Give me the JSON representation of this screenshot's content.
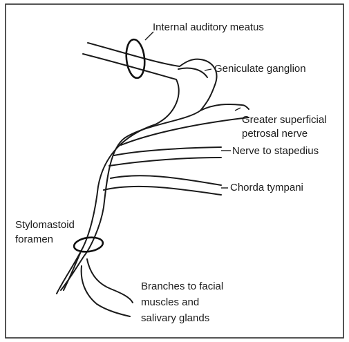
{
  "diagram": {
    "labels": {
      "internal_auditory_meatus": "Internal auditory meatus",
      "geniculate_ganglion": "Geniculate ganglion",
      "greater_superficial_petrosal_line1": "Greater superficial",
      "greater_superficial_petrosal_line2": "petrosal nerve",
      "nerve_to_stapedius": "Nerve to stapedius",
      "chorda_tympani": "Chorda tympani",
      "stylomastoid_line1": "Stylomastoid",
      "stylomastoid_line2": "foramen",
      "branches_line1": "Branches to facial",
      "branches_line2": "muscles and",
      "branches_line3": "salivary glands"
    },
    "colors": {
      "background": "#ffffff",
      "line": "#1a1a1a"
    }
  }
}
